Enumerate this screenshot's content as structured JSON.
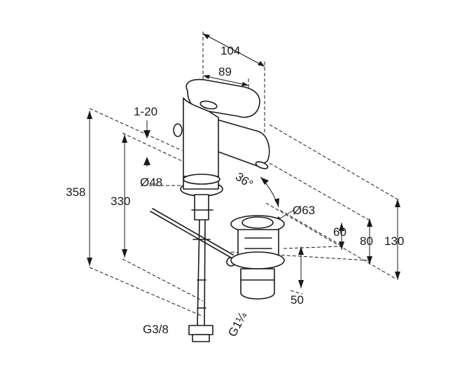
{
  "dimensions": {
    "width_total": "104",
    "width_spout": "89",
    "lever_offset": "1-20",
    "height_total": "358",
    "height_lower": "330",
    "base_diameter": "Ø48",
    "spout_angle": "36°",
    "waste_diameter": "Ø63",
    "spout_clearance": "60",
    "spout_height": "80",
    "tap_height": "130",
    "waste_length": "50",
    "supply_thread": "G3/8",
    "waste_thread": "G1¼"
  },
  "colors": {
    "line": "#1a1a1a",
    "background": "#ffffff"
  }
}
